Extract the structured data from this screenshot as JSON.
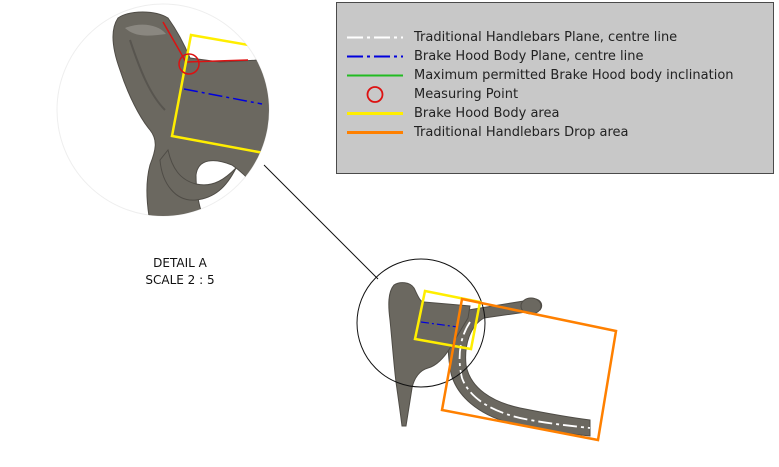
{
  "colors": {
    "traditional_centre_line": "#ffffff",
    "hood_centre_line": "#0000dd",
    "max_inclination": "#22bb22",
    "measuring_point": "#dd1111",
    "hood_area": "#ffee00",
    "drop_area": "#ff8000",
    "lever_fill": "#6b6860",
    "legend_bg": "#c8c8c8"
  },
  "legend": {
    "items": [
      {
        "label": "Traditional Handlebars Plane, centre line",
        "symbol": "dash-dot-white-line-icon"
      },
      {
        "label": "Brake Hood Body Plane, centre line",
        "symbol": "dash-dot-blue-line-icon"
      },
      {
        "label": "Maximum permitted Brake Hood body inclination",
        "symbol": "green-line-icon"
      },
      {
        "label": "Measuring Point",
        "symbol": "red-circle-icon"
      },
      {
        "label": "Brake Hood Body area",
        "symbol": "yellow-line-icon"
      },
      {
        "label": "Traditional Handlebars Drop area",
        "symbol": "orange-line-icon"
      }
    ]
  },
  "detail": {
    "title": "DETAIL A",
    "scale": "SCALE 2 : 5"
  }
}
